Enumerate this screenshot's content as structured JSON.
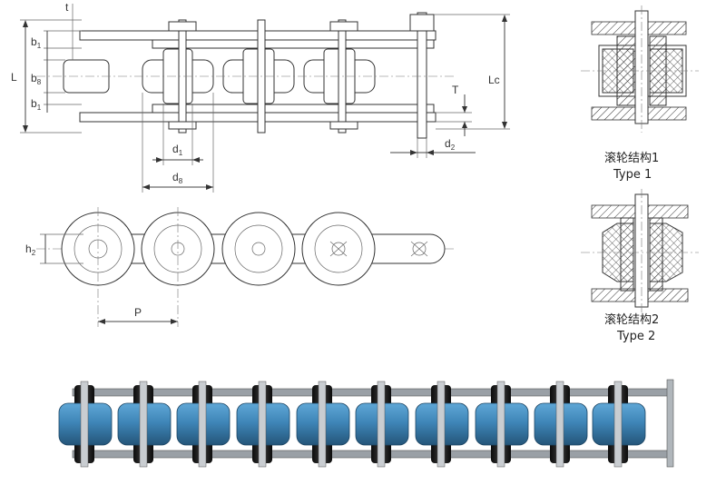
{
  "labels": {
    "L": "L",
    "Lc": "Lc",
    "t": "t",
    "b1_top": "b",
    "b1_top_sub": "1",
    "b8": "b",
    "b8_sub": "8",
    "b1_bot": "b",
    "b1_bot_sub": "1",
    "T": "T",
    "d1": "d",
    "d1_sub": "1",
    "d8": "d",
    "d8_sub": "8",
    "d2": "d",
    "d2_sub": "2",
    "h2": "h",
    "h2_sub": "2",
    "P": "P"
  },
  "types": [
    {
      "cn": "滚轮结构1",
      "en": "Type 1"
    },
    {
      "cn": "滚轮结构2",
      "en": "Type 2"
    }
  ],
  "colors": {
    "roller_blue": "#3f86b8",
    "roller_dark": "#2a5f86",
    "bushing_black": "#161616",
    "plate_gray": "#9aa0a6"
  }
}
